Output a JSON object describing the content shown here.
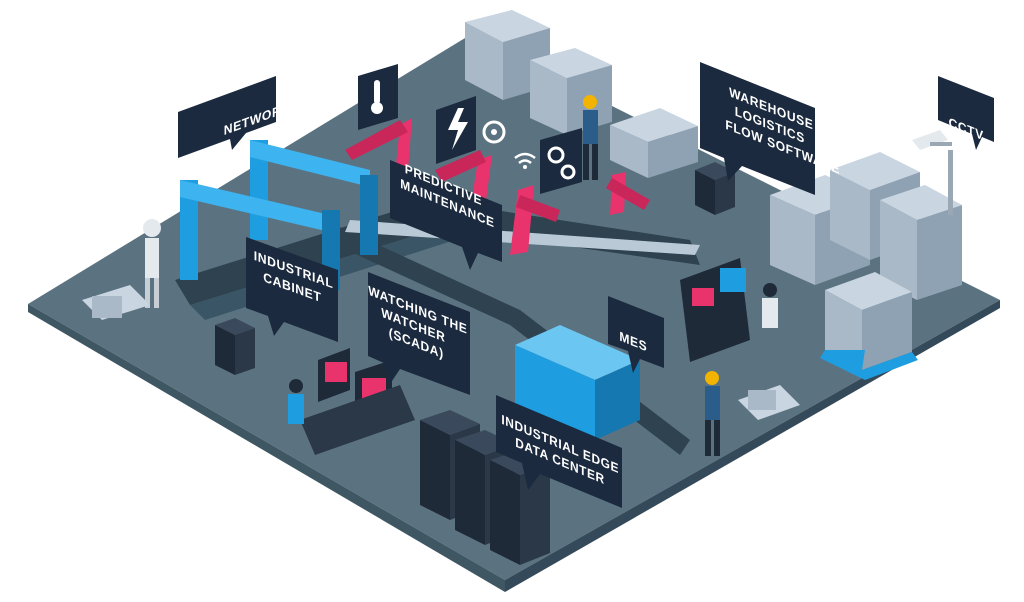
{
  "labels": {
    "network": [
      "NETWORK"
    ],
    "predictive_maintenance": [
      "PREDICTIVE",
      "MAINTENANCE"
    ],
    "industrial_cabinet": [
      "INDUSTRIAL",
      "CABINET"
    ],
    "watching_the_watcher": [
      "WATCHING THE",
      "WATCHER",
      "(SCADA)"
    ],
    "mes": [
      "MES"
    ],
    "industrial_edge_data_center": [
      "INDUSTRIAL EDGE",
      "DATA CENTER"
    ],
    "warehouse_logistics": [
      "WAREHOUSE",
      "LOGISTICS",
      "FLOW SOFTWARE"
    ],
    "cctv": [
      "CCTV"
    ]
  },
  "colors": {
    "floor": "#5b7381",
    "floor_edge": "#3f5663",
    "label_bg": "#1b2a3e",
    "robot_arm": "#e8336d",
    "frame_blue": "#1e9ee0",
    "crate": "#a9b9c8",
    "server": "#1f2a38",
    "conveyor": "#2f4250"
  },
  "icons": [
    "thermometer-icon",
    "lightning-icon",
    "fan-icon",
    "gears-icon",
    "wifi-icon"
  ]
}
